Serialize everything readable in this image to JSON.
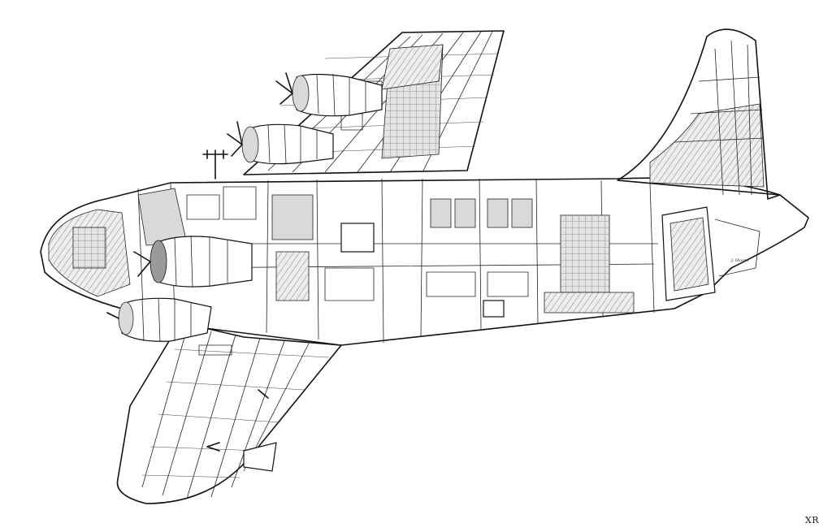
{
  "image": {
    "background": "#ffffff",
    "ink_color": "#111111",
    "subject": "cutaway-drawing"
  },
  "corner_mark": "XR",
  "artist_signature": "J. Moore"
}
